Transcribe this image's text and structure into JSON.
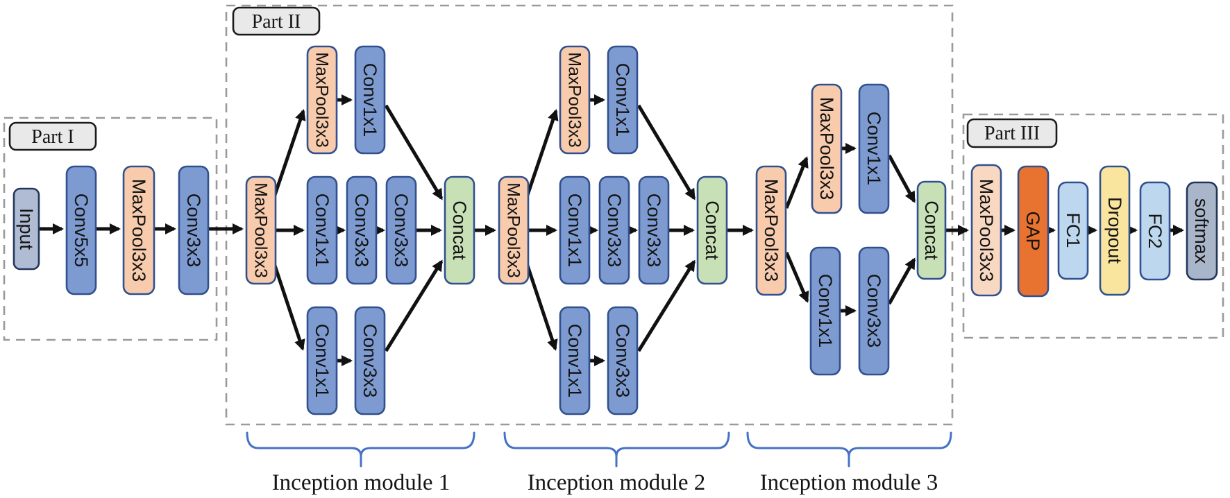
{
  "parts": [
    {
      "label": "Part I",
      "nodes": [
        "Input",
        "Conv5x5",
        "MaxPool3x3",
        "Conv3x3"
      ]
    },
    {
      "label": "Part II",
      "modules": [
        {
          "caption": "Inception module 1",
          "nodes": [
            "MaxPool3x3",
            "MaxPool3x3",
            "Conv1x1",
            "Conv1x1",
            "Conv3x3",
            "Conv3x3",
            "Conv1x1",
            "Conv3x3",
            "Concat"
          ]
        },
        {
          "caption": "Inception module 2",
          "nodes": [
            "MaxPool3x3",
            "MaxPool3x3",
            "Conv1x1",
            "Conv1x1",
            "Conv3x3",
            "Conv3x3",
            "Conv1x1",
            "Conv3x3",
            "Concat"
          ]
        },
        {
          "caption": "Inception module 3",
          "nodes": [
            "MaxPool3x3",
            "MaxPool3x3",
            "Conv1x1",
            "Conv1x1",
            "Conv3x3",
            "Concat"
          ]
        }
      ]
    },
    {
      "label": "Part III",
      "nodes": [
        "MaxPool3x3",
        "GAP",
        "FC1",
        "Dropout",
        "FC2",
        "softmax"
      ]
    }
  ],
  "colors": {
    "node_blue": "#7E9BD1",
    "node_peach": "#F7CBAC",
    "node_peach_light": "#F9D8C2",
    "node_green": "#C7E0B6",
    "node_orange": "#E8722F",
    "node_lightblue": "#BDD7EE",
    "node_yellow": "#F9E59E",
    "node_gray_blue": "#AFBCD3",
    "node_slate": "#A9B5C8",
    "node_border": "#31508F",
    "brace_blue": "#4472C4",
    "dashed_gray": "#9A9A9A",
    "label_box_fill": "#E9E9E9",
    "arrow_black": "#111111"
  }
}
